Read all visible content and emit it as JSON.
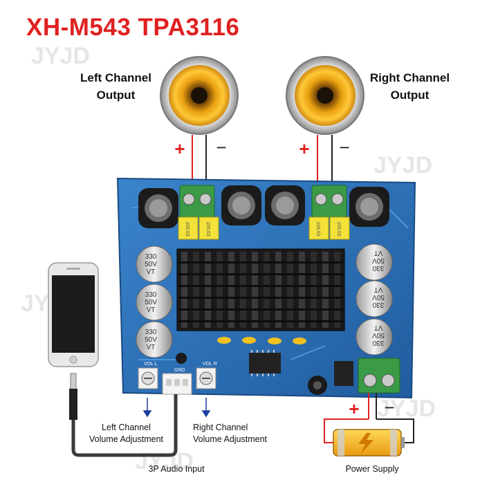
{
  "title": "XH-M543 TPA3116",
  "watermark": "JYJD",
  "labels": {
    "left_output": [
      "Left Channel",
      "Output"
    ],
    "right_output": [
      "Right Channel",
      "Output"
    ],
    "left_volume": [
      "Left Channel",
      "Volume Adjustment"
    ],
    "right_volume": [
      "Right Channel",
      "Volume Adjustment"
    ],
    "audio_input": "3P Audio Input",
    "power_supply": "Power Supply"
  },
  "polarity": {
    "plus": "+",
    "minus": "−"
  },
  "capacitors": {
    "left": [
      "330",
      "50V",
      "VT"
    ],
    "right": [
      "330",
      "50V",
      "VT"
    ]
  },
  "film_caps": [
    "105.63",
    "105.63",
    "105.63",
    "105.63"
  ],
  "silk": {
    "vol_l": "VOL L",
    "vol_r": "VOL R",
    "gnd": "GND"
  },
  "colors": {
    "title": "#e02020",
    "pcb": "#2a6fb8",
    "wire_red": "#e02020",
    "terminal": "#3a9a45"
  }
}
